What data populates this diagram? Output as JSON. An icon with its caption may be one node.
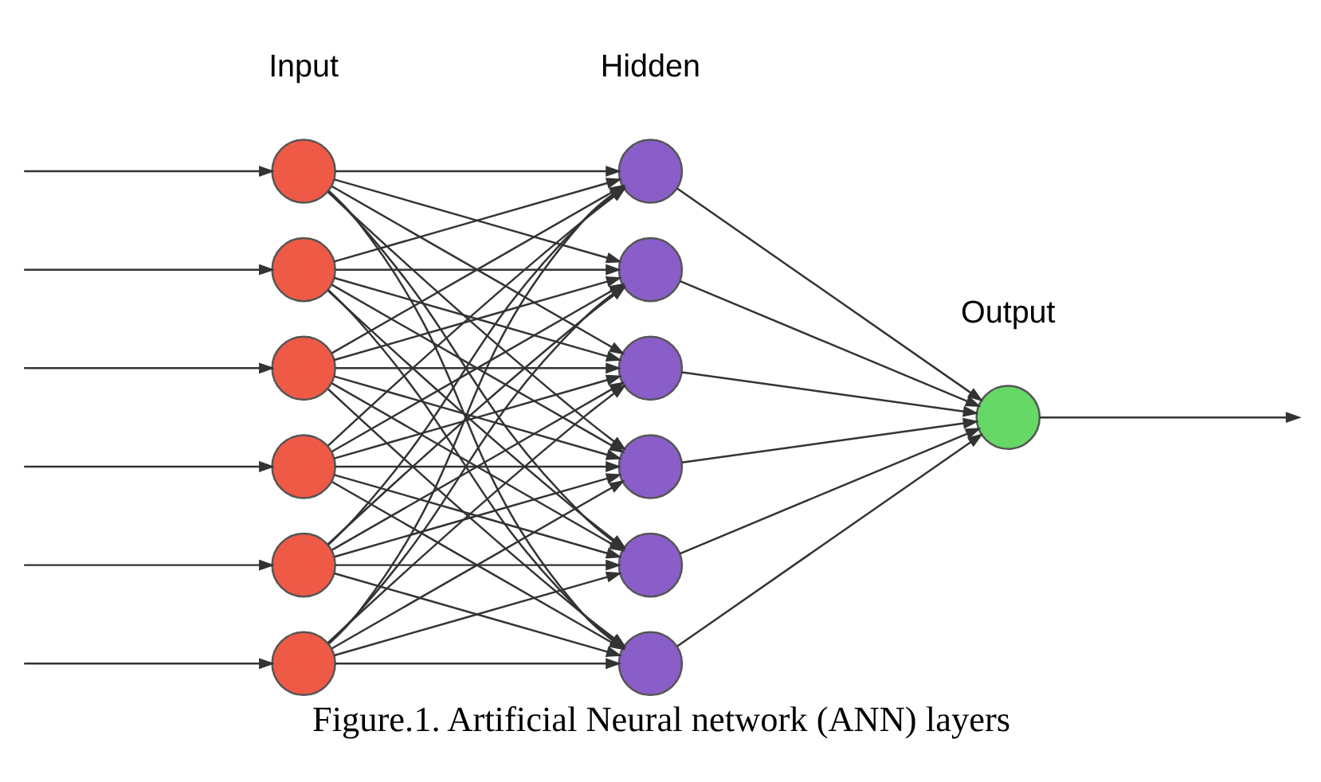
{
  "diagram": {
    "caption": "Figure.1. Artificial Neural network (ANN) layers",
    "nodes": [
      {
        "text": [],
        "shape": "circle"
      },
      {
        "text": [],
        "shape": "circle"
      },
      {
        "text": [],
        "shape": "circle"
      },
      {
        "text": [],
        "shape": "circle"
      },
      {
        "text": [],
        "shape": "circle"
      },
      {
        "text": [],
        "shape": "circle"
      },
      {
        "text": [],
        "shape": "circle"
      },
      {
        "text": [],
        "shape": "circle"
      },
      {
        "text": [],
        "shape": "circle"
      },
      {
        "text": [],
        "shape": "circle"
      },
      {
        "text": [],
        "shape": "circle"
      },
      {
        "text": [],
        "shape": "circle"
      },
      {
        "text": [],
        "shape": "circle"
      }
    ],
    "edges": [
      {
        "from": null,
        "to": 0,
        "arrow": "to"
      },
      {
        "from": null,
        "to": 1,
        "arrow": "to"
      },
      {
        "from": null,
        "to": 2,
        "arrow": "to"
      },
      {
        "from": null,
        "to": 3,
        "arrow": "to"
      },
      {
        "from": null,
        "to": 4,
        "arrow": "to"
      },
      {
        "from": null,
        "to": 5,
        "arrow": "to"
      },
      {
        "from": 0,
        "to": 6,
        "arrow": "to"
      },
      {
        "from": 0,
        "to": 7,
        "arrow": "to"
      },
      {
        "from": 0,
        "to": 8,
        "arrow": "to"
      },
      {
        "from": 0,
        "to": 9,
        "arrow": "to"
      },
      {
        "from": 0,
        "to": 10,
        "arrow": "to"
      },
      {
        "from": 0,
        "to": 11,
        "arrow": "to"
      },
      {
        "from": 1,
        "to": 6,
        "arrow": "to"
      },
      {
        "from": 1,
        "to": 7,
        "arrow": "to"
      },
      {
        "from": 1,
        "to": 8,
        "arrow": "to"
      },
      {
        "from": 1,
        "to": 9,
        "arrow": "to"
      },
      {
        "from": 1,
        "to": 10,
        "arrow": "to"
      },
      {
        "from": 1,
        "to": 11,
        "arrow": "to"
      },
      {
        "from": 2,
        "to": 6,
        "arrow": "to"
      },
      {
        "from": 2,
        "to": 7,
        "arrow": "to"
      },
      {
        "from": 2,
        "to": 8,
        "arrow": "to"
      },
      {
        "from": 2,
        "to": 9,
        "arrow": "to"
      },
      {
        "from": 2,
        "to": 10,
        "arrow": "to"
      },
      {
        "from": 2,
        "to": 11,
        "arrow": "to"
      },
      {
        "from": 3,
        "to": 6,
        "arrow": "to"
      },
      {
        "from": 3,
        "to": 7,
        "arrow": "to"
      },
      {
        "from": 3,
        "to": 8,
        "arrow": "to"
      },
      {
        "from": 3,
        "to": 9,
        "arrow": "to"
      },
      {
        "from": 3,
        "to": 10,
        "arrow": "to"
      },
      {
        "from": 3,
        "to": 11,
        "arrow": "to"
      },
      {
        "from": 4,
        "to": 6,
        "arrow": "to"
      },
      {
        "from": 4,
        "to": 7,
        "arrow": "to"
      },
      {
        "from": 4,
        "to": 8,
        "arrow": "to"
      },
      {
        "from": 4,
        "to": 9,
        "arrow": "to"
      },
      {
        "from": 4,
        "to": 10,
        "arrow": "to"
      },
      {
        "from": 4,
        "to": 11,
        "arrow": "to"
      },
      {
        "from": 5,
        "to": 6,
        "arrow": "to"
      },
      {
        "from": 5,
        "to": 7,
        "arrow": "to"
      },
      {
        "from": 5,
        "to": 8,
        "arrow": "to"
      },
      {
        "from": 5,
        "to": 9,
        "arrow": "to"
      },
      {
        "from": 5,
        "to": 10,
        "arrow": "to"
      },
      {
        "from": 5,
        "to": 11,
        "arrow": "to"
      },
      {
        "from": 6,
        "to": 12,
        "arrow": "to"
      },
      {
        "from": 7,
        "to": 12,
        "arrow": "to"
      },
      {
        "from": 8,
        "to": 12,
        "arrow": "to"
      },
      {
        "from": 9,
        "to": 12,
        "arrow": "to"
      },
      {
        "from": 10,
        "to": 12,
        "arrow": "to"
      },
      {
        "from": 11,
        "to": 12,
        "arrow": "to"
      },
      {
        "from": 12,
        "to": null,
        "arrow": "to"
      }
    ],
    "labels": [
      "Input",
      "Hidden",
      "Output"
    ]
  }
}
